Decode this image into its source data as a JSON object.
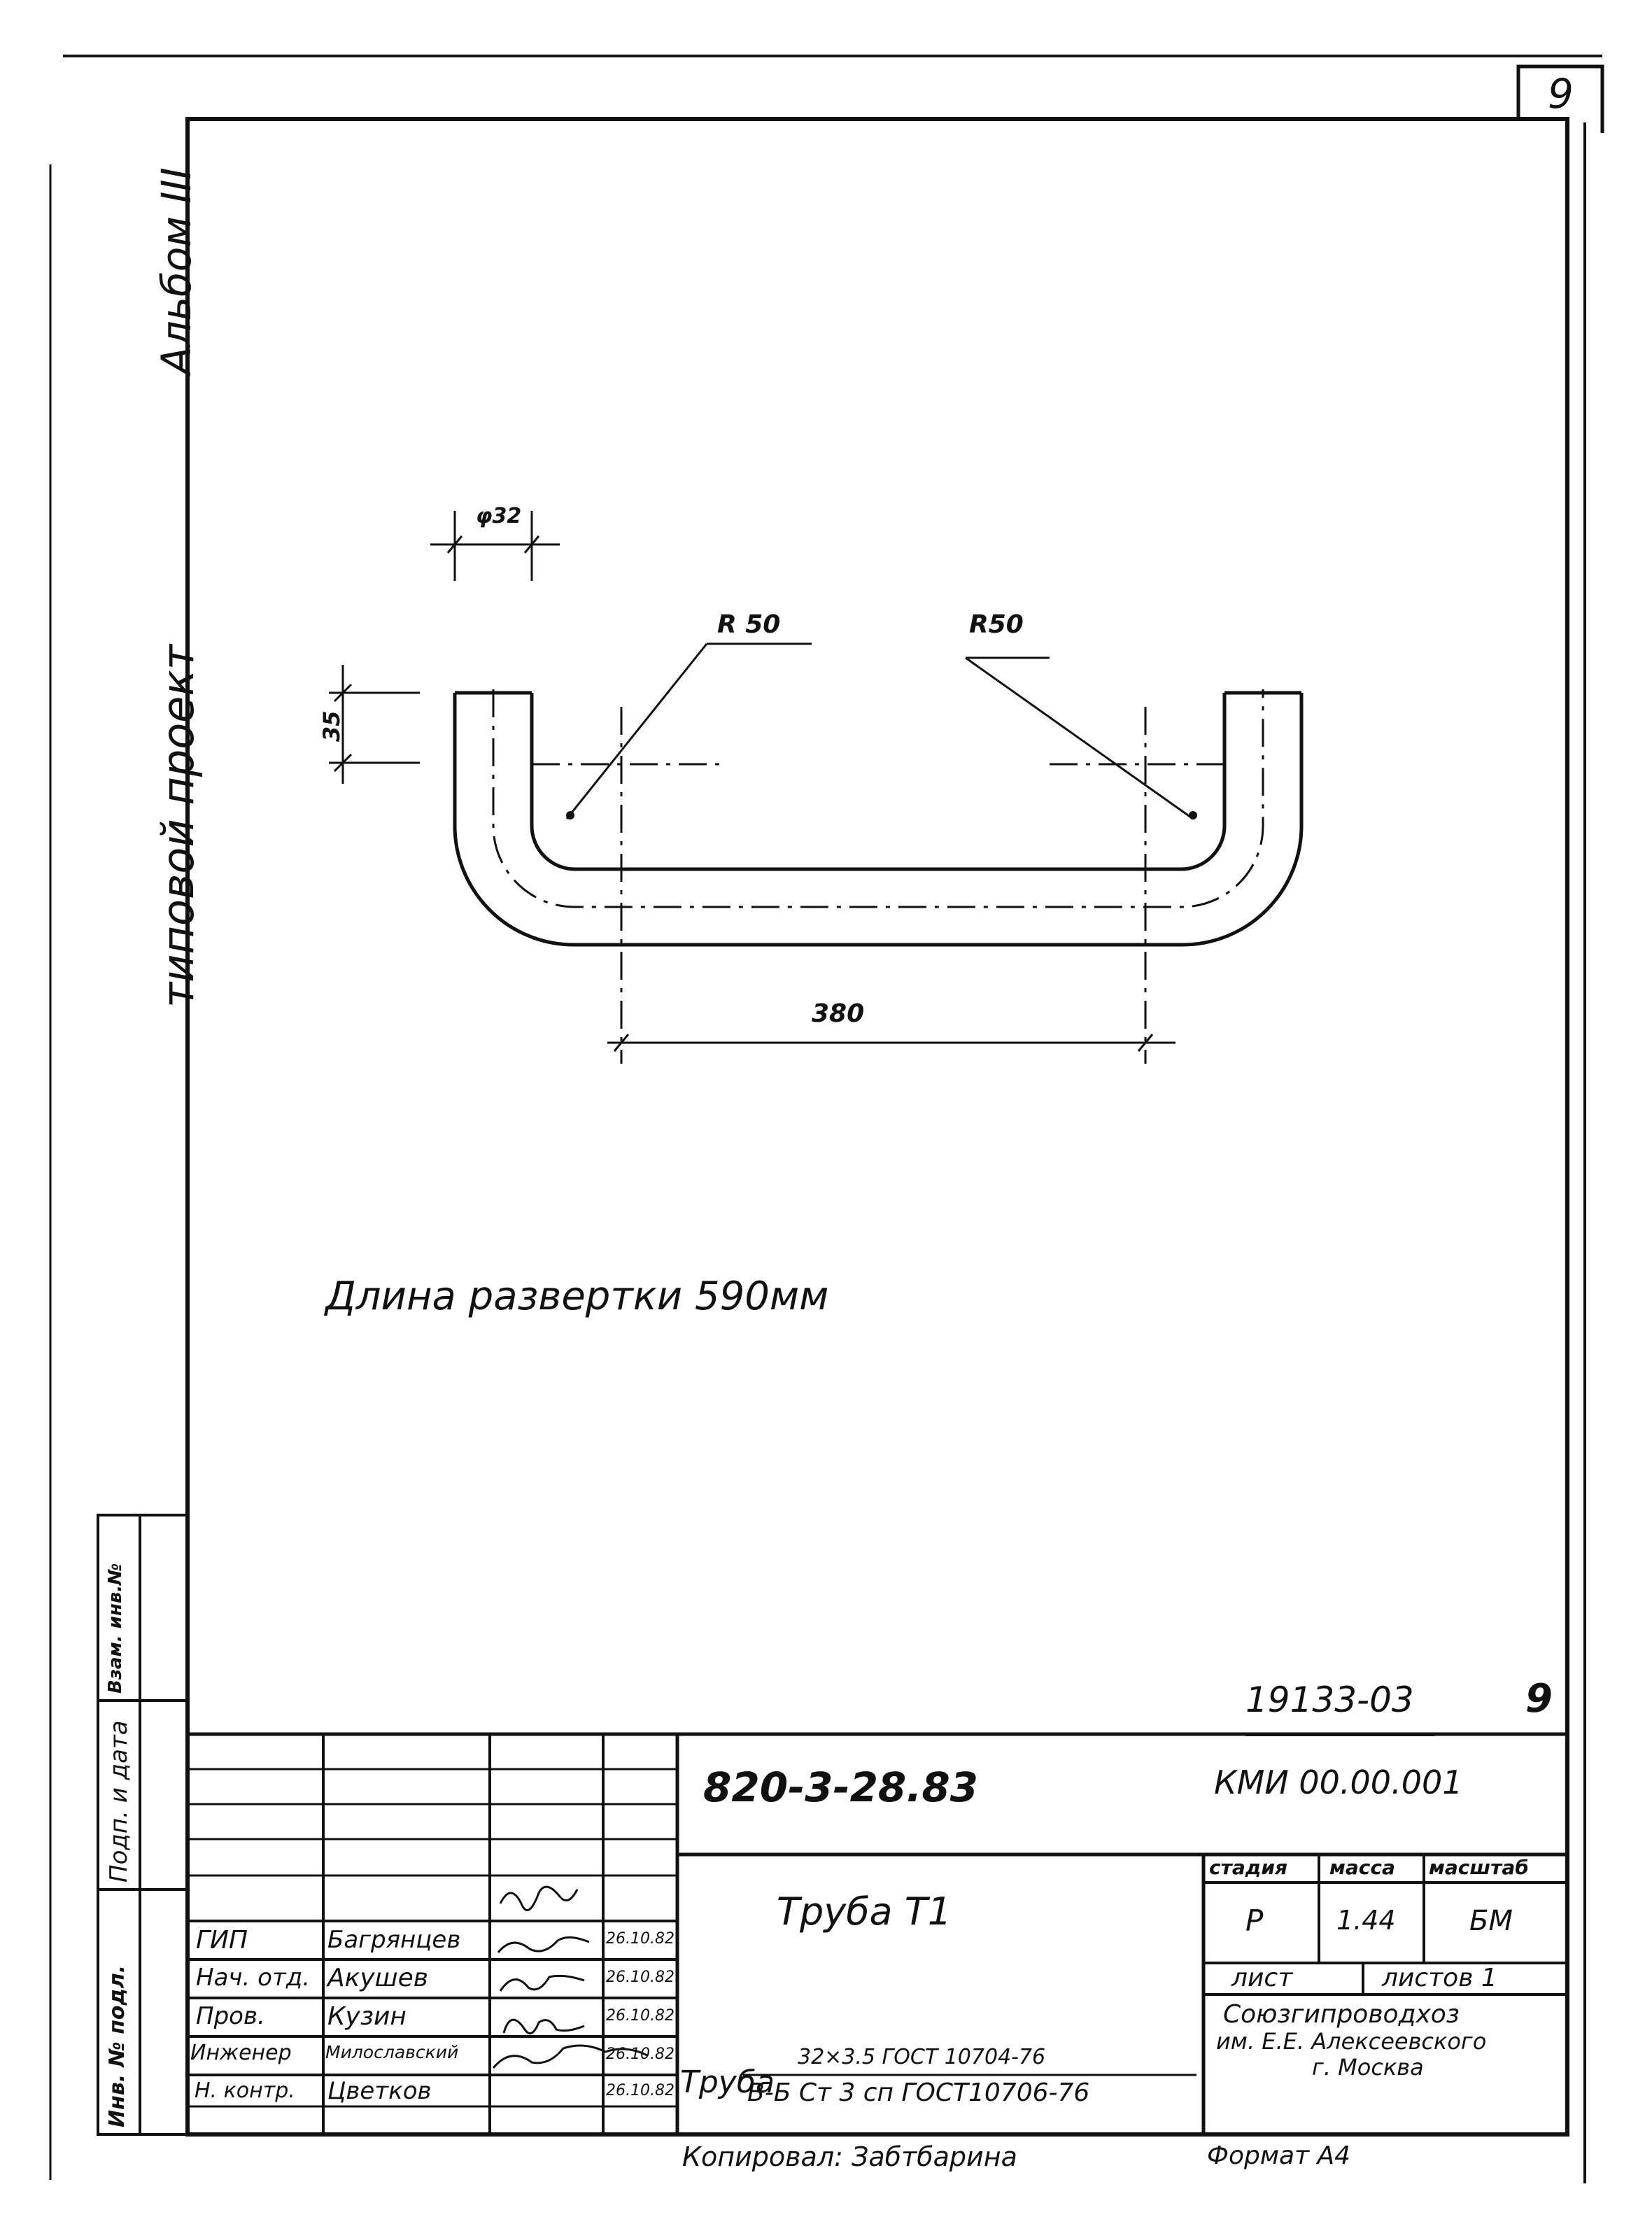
{
  "page": {
    "sheet_number_top": "9",
    "album": "Альбом III",
    "project_type": "типовой проект"
  },
  "drawing": {
    "diameter_label": "φ32",
    "height_label": "35",
    "radius_left_label": "R 50",
    "radius_right_label": "R50",
    "length_label": "380",
    "development_length": "Длина развертки 590мм"
  },
  "side_stamp": {
    "field1": "Взам. инв.№",
    "field2": "Подп. и дата",
    "field3": "Инв. № подл."
  },
  "title_block": {
    "archive_number": "19133-03",
    "sheet_number": "9",
    "project_code": "820-3-28.83",
    "document_code": "КМИ 00.00.001",
    "item_name": "Труба Т1",
    "headers": {
      "stage": "стадия",
      "mass": "масса",
      "scale": "масштаб"
    },
    "values": {
      "stage": "Р",
      "mass": "1.44",
      "scale": "БМ"
    },
    "sheet_label": "лист",
    "sheets_label": "листов 1",
    "signatures": [
      {
        "role": "ГИП",
        "name": "Багрянцев",
        "date": "26.10.82"
      },
      {
        "role": "Нач. отд.",
        "name": "Акушев",
        "date": "26.10.82"
      },
      {
        "role": "Пров.",
        "name": "Кузин",
        "date": "26.10.82"
      },
      {
        "role": "Инженер",
        "name": "Милославский",
        "date": "26.10.82"
      },
      {
        "role": "Н. контр.",
        "name": "Цветков",
        "date": "26.10.82"
      }
    ],
    "material_prefix": "Труба",
    "material_line1": "32×3.5 ГОСТ 10704-76",
    "material_line2": "В-Б Ст 3 сп ГОСТ10706-76",
    "organization": [
      "Союзгипроводхоз",
      "им. Е.Е. Алексеевского",
      "г. Москва"
    ]
  },
  "footer": {
    "copied_by": "Копировал: Забтбарина",
    "format": "Формат А4"
  }
}
